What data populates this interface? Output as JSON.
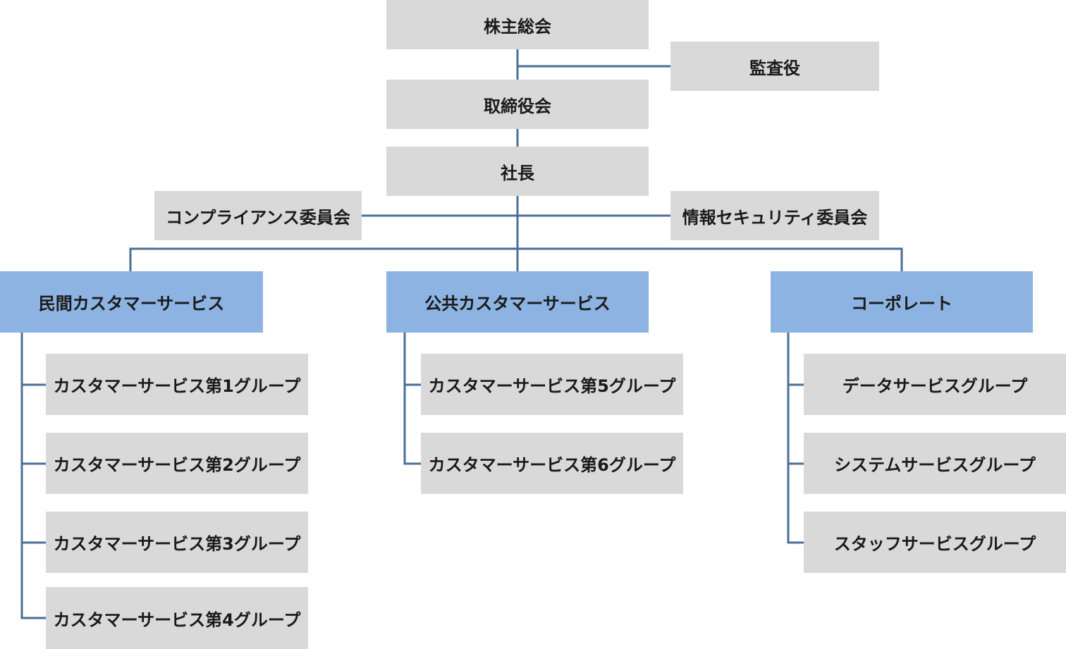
{
  "org_chart": {
    "top": {
      "shareholders_meeting": "株主総会",
      "auditor": "監査役",
      "board_of_directors": "取締役会",
      "president": "社長",
      "compliance_committee": "コンプライアンス委員会",
      "infosec_committee": "情報セキュリティ委員会"
    },
    "divisions": [
      {
        "name": "民間カスタマーサービス",
        "groups": [
          "カスタマーサービス第1グループ",
          "カスタマーサービス第2グループ",
          "カスタマーサービス第3グループ",
          "カスタマーサービス第4グループ"
        ]
      },
      {
        "name": "公共カスタマーサービス",
        "groups": [
          "カスタマーサービス第5グループ",
          "カスタマーサービス第6グループ"
        ]
      },
      {
        "name": "コーポレート",
        "groups": [
          "データサービスグループ",
          "システムサービスグループ",
          "スタッフサービスグループ"
        ]
      }
    ]
  },
  "colors": {
    "box_fill": "#d9d9d9",
    "division_fill": "#8db3e2",
    "connector": "#4a6f97",
    "text": "#1a1a1a"
  }
}
